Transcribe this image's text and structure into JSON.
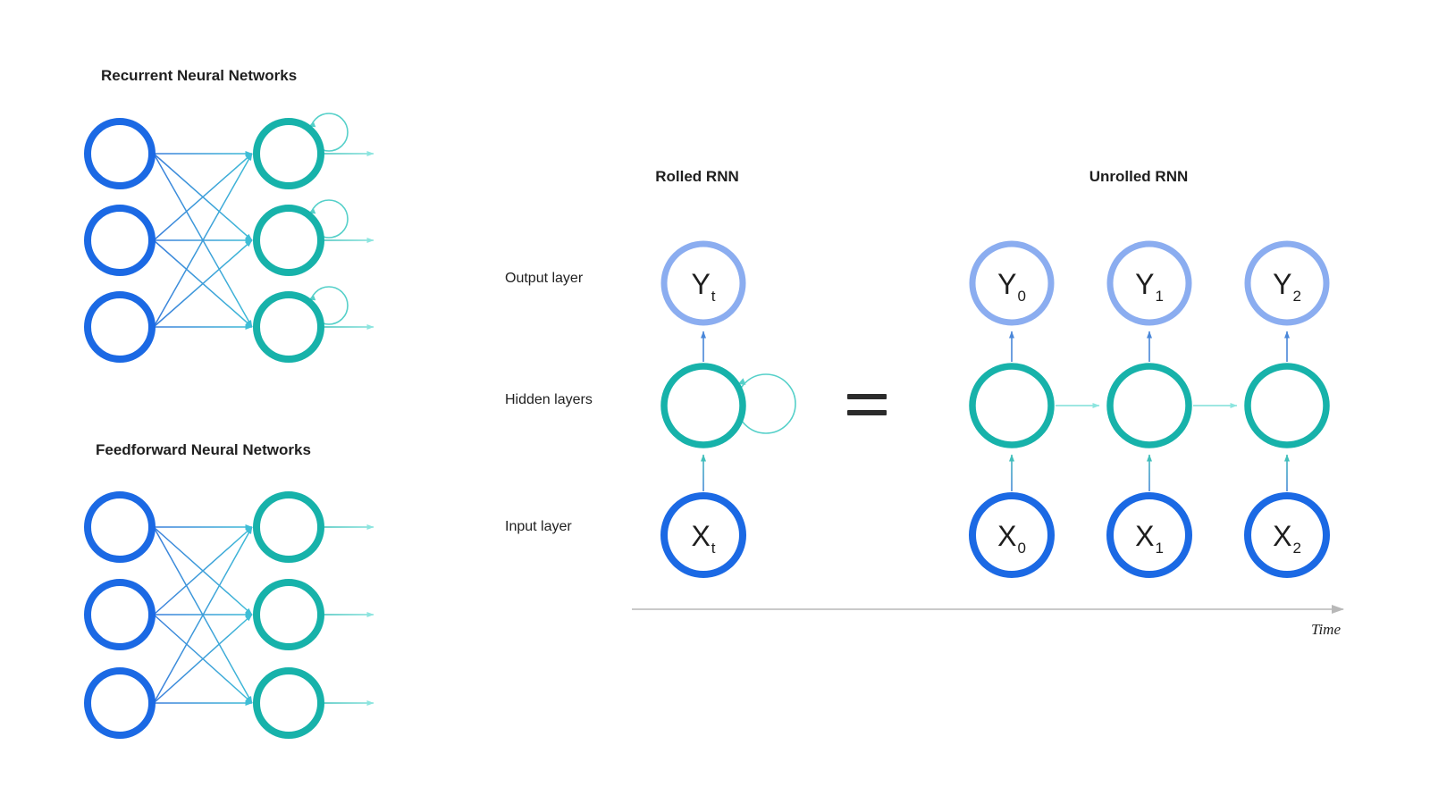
{
  "left_panels": {
    "recurrent": {
      "title": "Recurrent Neural Networks"
    },
    "feedforward": {
      "title": "Feedforward Neural Networks"
    }
  },
  "rolled": {
    "title": "Rolled RNN",
    "output_label": "Output layer",
    "hidden_label": "Hidden layers",
    "input_label": "Input layer",
    "output_node": {
      "base": "Y",
      "sub": "t"
    },
    "input_node": {
      "base": "X",
      "sub": "t"
    }
  },
  "unrolled": {
    "title": "Unrolled RNN",
    "output_nodes": [
      {
        "base": "Y",
        "sub": "0"
      },
      {
        "base": "Y",
        "sub": "1"
      },
      {
        "base": "Y",
        "sub": "2"
      }
    ],
    "input_nodes": [
      {
        "base": "X",
        "sub": "0"
      },
      {
        "base": "X",
        "sub": "1"
      },
      {
        "base": "X",
        "sub": "2"
      }
    ]
  },
  "timeline": {
    "label": "Time"
  },
  "colors": {
    "node_blue": "#1b69e4",
    "node_teal": "#17b2aa",
    "node_periwinkle": "#8badf0",
    "arrow_blue": "#4a87d9",
    "arrow_teal": "#41bfba",
    "arrow_cyan": "#3ebed6",
    "arrow_light_teal": "#8ce5df",
    "loop_teal": "#55d0c9",
    "timeline_gray": "#b8b8b8",
    "equals_dark": "#2b2b2b",
    "text_dark": "#1f1f1f"
  }
}
